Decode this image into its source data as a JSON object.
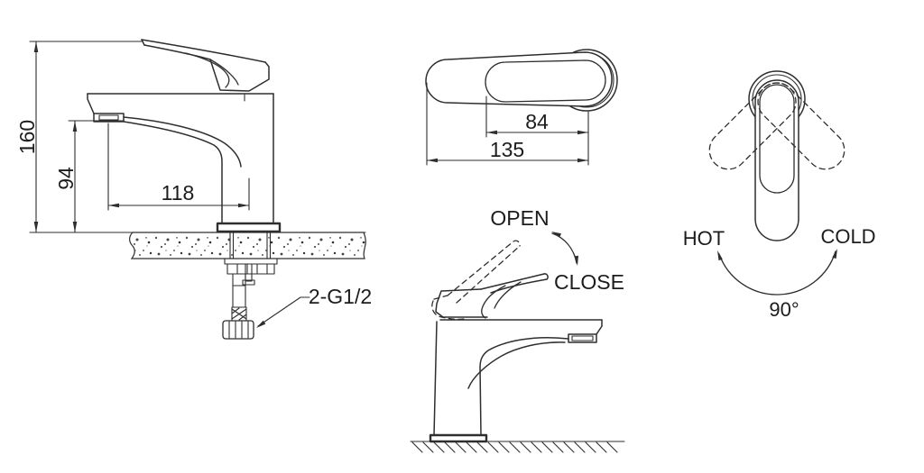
{
  "colors": {
    "background": "#ffffff",
    "line": "#2e2e2e",
    "text": "#1c1c1c"
  },
  "side_view": {
    "dim_height": "160",
    "dim_spout_height": "94",
    "dim_spout_reach": "118",
    "thread_label": "2-G1/2"
  },
  "top_view": {
    "dim_handle_length": "84",
    "dim_overall_length": "135"
  },
  "operation_view": {
    "open_label": "OPEN",
    "close_label": "CLOSE"
  },
  "rotation_view": {
    "hot_label": "HOT",
    "cold_label": "COLD",
    "angle_label": "90°"
  }
}
